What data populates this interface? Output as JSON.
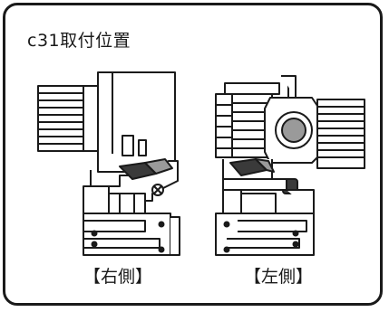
{
  "title": "c31取付位置",
  "labels": {
    "right": "【右側】",
    "left": "【左側】"
  },
  "colors": {
    "line": "#1a1a1a",
    "shade": "#9a9a9a",
    "dark": "#3a3a3a",
    "background": "#ffffff"
  }
}
